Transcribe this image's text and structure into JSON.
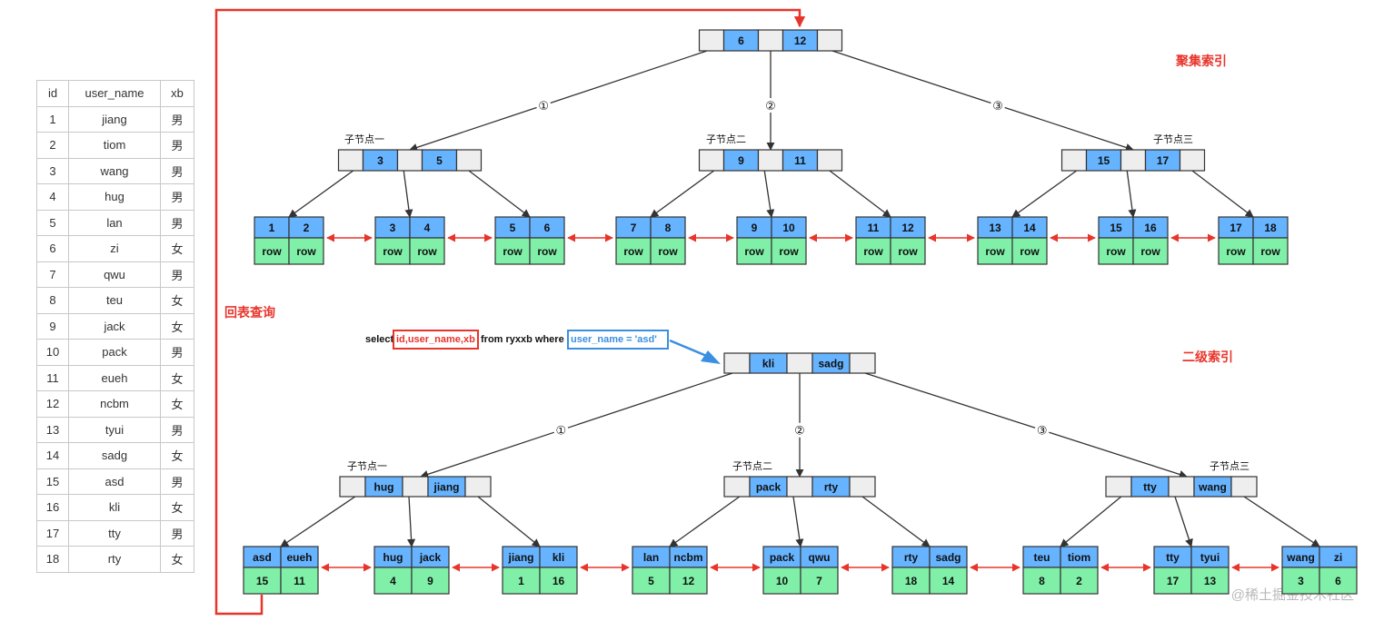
{
  "table": {
    "headers": [
      "id",
      "user_name",
      "xb"
    ],
    "rows": [
      [
        "1",
        "jiang",
        "男"
      ],
      [
        "2",
        "tiom",
        "男"
      ],
      [
        "3",
        "wang",
        "男"
      ],
      [
        "4",
        "hug",
        "男"
      ],
      [
        "5",
        "lan",
        "男"
      ],
      [
        "6",
        "zi",
        "女"
      ],
      [
        "7",
        "qwu",
        "男"
      ],
      [
        "8",
        "teu",
        "女"
      ],
      [
        "9",
        "jack",
        "女"
      ],
      [
        "10",
        "pack",
        "男"
      ],
      [
        "11",
        "eueh",
        "女"
      ],
      [
        "12",
        "ncbm",
        "女"
      ],
      [
        "13",
        "tyui",
        "男"
      ],
      [
        "14",
        "sadg",
        "女"
      ],
      [
        "15",
        "asd",
        "男"
      ],
      [
        "16",
        "kli",
        "女"
      ],
      [
        "17",
        "tty",
        "男"
      ],
      [
        "18",
        "rty",
        "女"
      ]
    ]
  },
  "labels": {
    "clustered_index": "聚集索引",
    "secondary_index": "二级索引",
    "back_to_table": "回表查询",
    "watermark": "@稀土掘金技术社区"
  },
  "query": {
    "select_kw": "select",
    "columns": "id,user_name,xb",
    "from_kw": "from ryxxb where",
    "condition": "user_name = 'asd'"
  },
  "circled": [
    "①",
    "②",
    "③"
  ],
  "colors": {
    "key_cell": "#66b3ff",
    "row_cell": "#80f0a8",
    "empty_cell": "#eeeeee",
    "red": "#e8352b",
    "blue": "#3a8fe0",
    "line": "#333333"
  },
  "clustered": {
    "root": [
      "6",
      "12"
    ],
    "children": [
      {
        "label": "子节点一",
        "keys": [
          "3",
          "5"
        ]
      },
      {
        "label": "子节点二",
        "keys": [
          "9",
          "11"
        ]
      },
      {
        "label": "子节点三",
        "keys": [
          "15",
          "17"
        ]
      }
    ],
    "leaves": [
      {
        "keys": [
          "1",
          "2"
        ],
        "vals": [
          "row",
          "row"
        ]
      },
      {
        "keys": [
          "3",
          "4"
        ],
        "vals": [
          "row",
          "row"
        ]
      },
      {
        "keys": [
          "5",
          "6"
        ],
        "vals": [
          "row",
          "row"
        ]
      },
      {
        "keys": [
          "7",
          "8"
        ],
        "vals": [
          "row",
          "row"
        ]
      },
      {
        "keys": [
          "9",
          "10"
        ],
        "vals": [
          "row",
          "row"
        ]
      },
      {
        "keys": [
          "11",
          "12"
        ],
        "vals": [
          "row",
          "row"
        ]
      },
      {
        "keys": [
          "13",
          "14"
        ],
        "vals": [
          "row",
          "row"
        ]
      },
      {
        "keys": [
          "15",
          "16"
        ],
        "vals": [
          "row",
          "row"
        ]
      },
      {
        "keys": [
          "17",
          "18"
        ],
        "vals": [
          "row",
          "row"
        ]
      }
    ]
  },
  "secondary": {
    "root": [
      "kli",
      "sadg"
    ],
    "children": [
      {
        "label": "子节点一",
        "keys": [
          "hug",
          "jiang"
        ]
      },
      {
        "label": "子节点二",
        "keys": [
          "pack",
          "rty"
        ]
      },
      {
        "label": "子节点三",
        "keys": [
          "tty",
          "wang"
        ]
      }
    ],
    "leaves": [
      {
        "keys": [
          "asd",
          "eueh"
        ],
        "vals": [
          "15",
          "11"
        ]
      },
      {
        "keys": [
          "hug",
          "jack"
        ],
        "vals": [
          "4",
          "9"
        ]
      },
      {
        "keys": [
          "jiang",
          "kli"
        ],
        "vals": [
          "1",
          "16"
        ]
      },
      {
        "keys": [
          "lan",
          "ncbm"
        ],
        "vals": [
          "5",
          "12"
        ]
      },
      {
        "keys": [
          "pack",
          "qwu"
        ],
        "vals": [
          "10",
          "7"
        ]
      },
      {
        "keys": [
          "rty",
          "sadg"
        ],
        "vals": [
          "18",
          "14"
        ]
      },
      {
        "keys": [
          "teu",
          "tiom"
        ],
        "vals": [
          "8",
          "2"
        ]
      },
      {
        "keys": [
          "tty",
          "tyui"
        ],
        "vals": [
          "17",
          "13"
        ]
      },
      {
        "keys": [
          "wang",
          "zi"
        ],
        "vals": [
          "3",
          "6"
        ]
      }
    ]
  }
}
